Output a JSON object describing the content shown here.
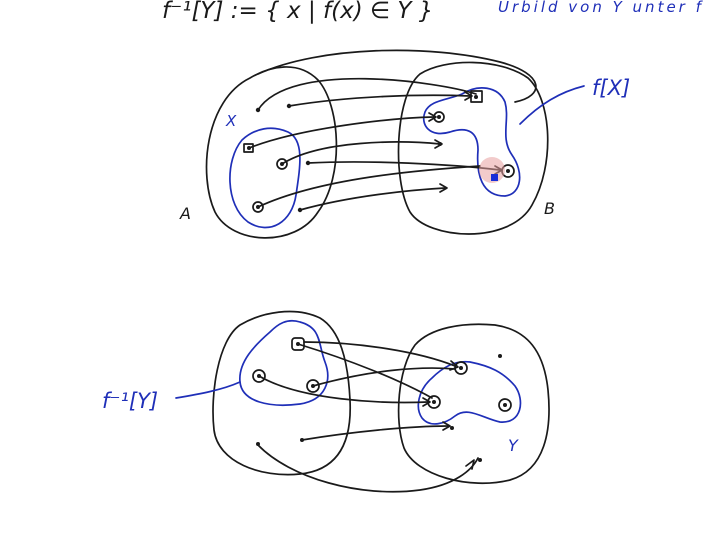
{
  "colors": {
    "ink": "#1a1a1a",
    "blue_ink": "#1f2fb8",
    "cursor_halo": "#e8a0a0",
    "cursor": "#1a2ed8"
  },
  "formula": "f⁻¹[Y] := { x | f(x) ∈ Y }",
  "formula_note": "Urbild von Y unter f",
  "top": {
    "domain_label": "A",
    "subset_label": "X",
    "codomain_label": "B",
    "image_label": "f[X]"
  },
  "bottom": {
    "preimage_label": "f⁻¹[Y]",
    "target_label": "Y"
  }
}
